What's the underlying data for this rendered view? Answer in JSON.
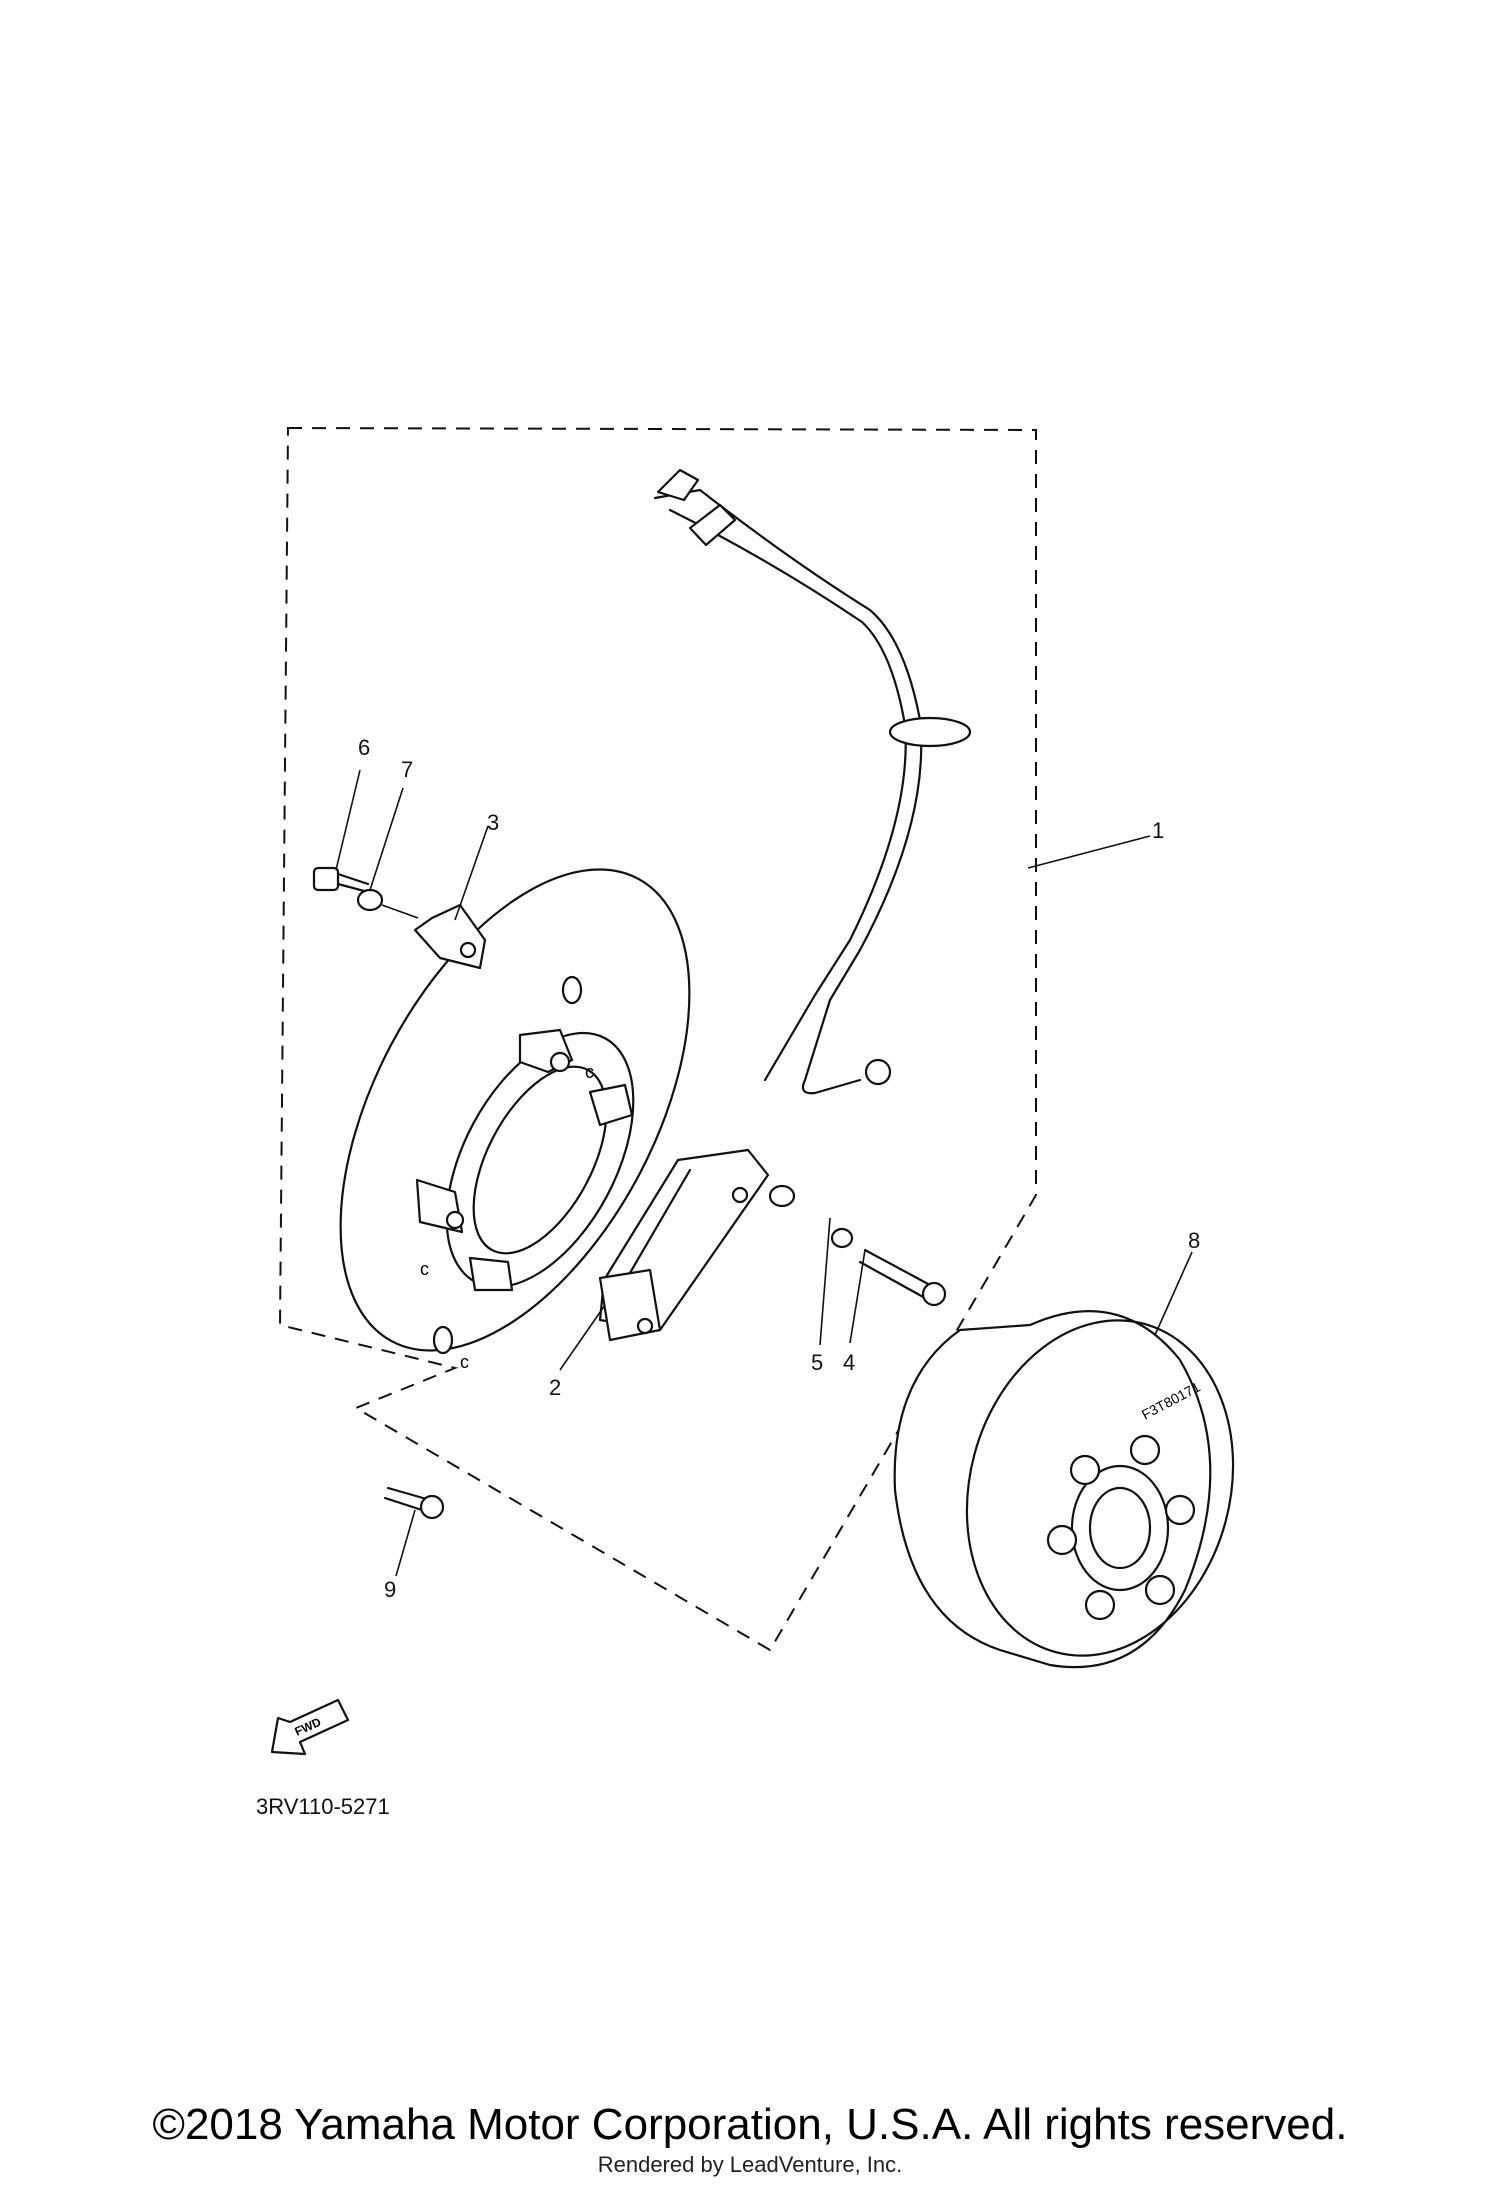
{
  "diagram": {
    "callouts": [
      "1",
      "2",
      "3",
      "4",
      "5",
      "6",
      "7",
      "8",
      "9"
    ],
    "fwd_label": "FWD",
    "rotor_marking": "F3T80171",
    "diagram_code": "3RV110-5271"
  },
  "footer": {
    "copyright": "©2018 Yamaha Motor Corporation, U.S.A. All rights reserved.",
    "rendered_by": "Rendered by LeadVenture, Inc."
  }
}
